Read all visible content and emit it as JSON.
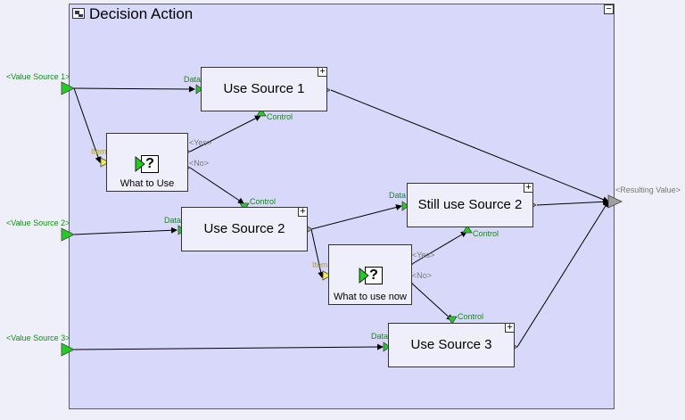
{
  "title": "Decision Action",
  "expand_glyph": "+",
  "collapse_glyph": "−",
  "sources": [
    {
      "label": "<Value Source 1>"
    },
    {
      "label": "<Value Source 2>"
    },
    {
      "label": "<Value Source 3>"
    }
  ],
  "result_label": "<Resulting Value>",
  "nodes": {
    "use_source_1": {
      "label": "Use Source 1",
      "data_port": "Data",
      "control_port": "Control"
    },
    "use_source_2": {
      "label": "Use Source 2",
      "data_port": "Data",
      "control_port": "Control"
    },
    "still_use_source_2": {
      "label": "Still use Source 2",
      "data_port": "Data",
      "control_port": "Control"
    },
    "use_source_3": {
      "label": "Use Source 3",
      "data_port": "Data",
      "control_port": "Control"
    }
  },
  "decisions": {
    "what_to_use": {
      "caption": "What to Use",
      "item_port": "Item",
      "yes_port": "<Yes>",
      "no_port": "<No>"
    },
    "what_to_use_now": {
      "caption": "What to use now",
      "item_port": "Item",
      "yes_port": "<Yes>",
      "no_port": "<No>"
    }
  },
  "icons": {
    "decision": "question-mark-icon",
    "question_glyph": "?"
  },
  "colors": {
    "frame": "#d8d8fb",
    "node": "#efeffc",
    "port_green": "#22cc22",
    "port_gray": "#a0a0a0",
    "port_yellow": "#eeee44",
    "label_green": "#109010"
  }
}
